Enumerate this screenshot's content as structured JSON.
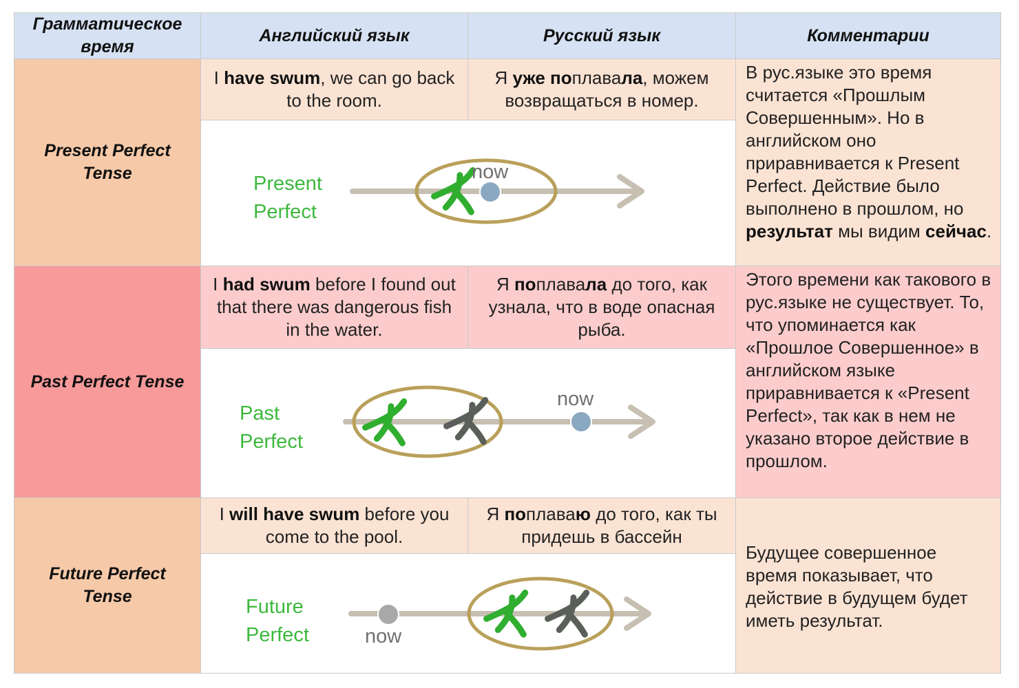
{
  "header": {
    "col1": "Грамматическое время",
    "col2": "Английский язык",
    "col3": "Русский язык",
    "col4": "Комментарии"
  },
  "rows": [
    {
      "tense": "Present Perfect Tense",
      "english": [
        {
          "t": "I "
        },
        {
          "t": "have swum",
          "b": true
        },
        {
          "t": ", we can go back to the room."
        }
      ],
      "russian": [
        {
          "t": "Я "
        },
        {
          "t": "уже по",
          "b": true
        },
        {
          "t": "плава"
        },
        {
          "t": "ла",
          "b": true
        },
        {
          "t": ", можем возвращаться в номер."
        }
      ],
      "comment": [
        {
          "t": "В рус.языке  это время считается «Прошлым Совершенным». Но в английском оно приравнивается к Present Perfect. Действие было выполнено в прошлом, но "
        },
        {
          "t": "результат",
          "b": true
        },
        {
          "t": " мы видим "
        },
        {
          "t": "сейчас",
          "b": true
        },
        {
          "t": "."
        }
      ],
      "diagram": {
        "label_line1": "Present",
        "label_line2": "Perfect",
        "now_label": "now"
      }
    },
    {
      "tense": "Past Perfect Tense",
      "english": [
        {
          "t": "I "
        },
        {
          "t": "had swum",
          "b": true
        },
        {
          "t": " before I found out that there was dangerous fish in the water."
        }
      ],
      "russian": [
        {
          "t": "Я "
        },
        {
          "t": "по",
          "b": true
        },
        {
          "t": "плава"
        },
        {
          "t": "ла",
          "b": true
        },
        {
          "t": " до того, как узнала, что в воде опасная рыба."
        }
      ],
      "comment": [
        {
          "t": "Этого времени как такового в рус.языке не существует. То, что упоминается как «Прошлое Совершенное» в английском языке приравнивается к «Present Perfect», так как в нем не указано второе действие в прошлом."
        }
      ],
      "diagram": {
        "label_line1": "Past",
        "label_line2": "Perfect",
        "now_label": "now"
      }
    },
    {
      "tense": "Future Perfect Tense",
      "english": [
        {
          "t": "I "
        },
        {
          "t": "will have swum",
          "b": true
        },
        {
          "t": " before you come to the pool."
        }
      ],
      "russian": [
        {
          "t": "Я "
        },
        {
          "t": "по",
          "b": true
        },
        {
          "t": "плава"
        },
        {
          "t": "ю",
          "b": true
        },
        {
          "t": " до того, как ты придешь в бассейн"
        }
      ],
      "comment": [
        {
          "t": "Будущее совершенное время показывает, что действие в будущем будет иметь результат."
        }
      ],
      "diagram": {
        "label_line1": "Future",
        "label_line2": "Perfect",
        "now_label": "now"
      }
    }
  ],
  "colors": {
    "header_bg": "#d6e2f3",
    "peach": "#f6c9a8",
    "peach_light": "#fbe3d4",
    "rose": "#f89a9a",
    "rose_light": "#fccccc",
    "label_green": "#3db83d",
    "ellipse_gold": "#b9a05a",
    "arrow_gray": "#c6bfb2",
    "now_dot_blue": "#8aa8c0",
    "now_dot_gray": "#a8a8a8",
    "star_green": "#2fae2f",
    "star_dark": "#5a5f5a"
  }
}
